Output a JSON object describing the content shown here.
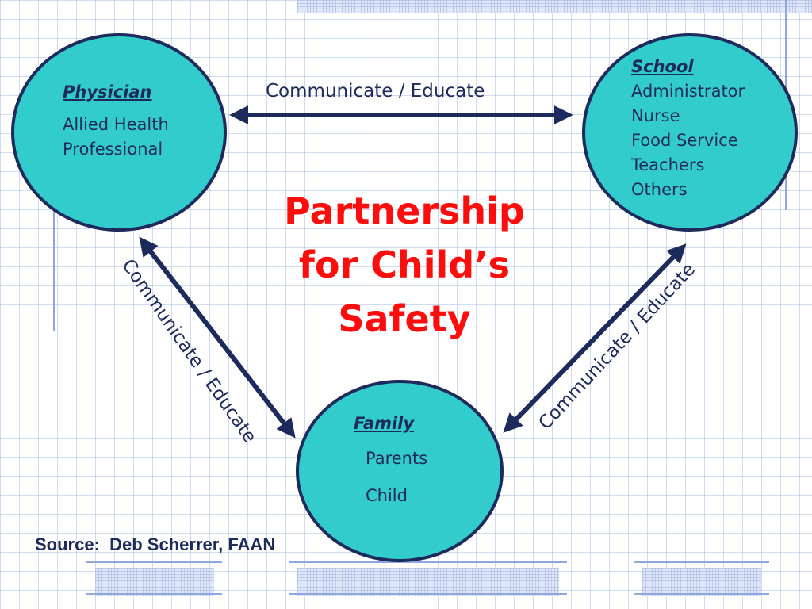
{
  "colors": {
    "node_fill": "#33cccc",
    "node_border": "#1d2a5c",
    "text": "#1d2a5c",
    "title": "#ff0d0d",
    "arrow": "#1d2a5c"
  },
  "center_title": [
    "Partnership",
    "for Child’s",
    "Safety"
  ],
  "nodes": {
    "physician": {
      "title": "Physician",
      "lines": [
        "Allied Health",
        "Professional"
      ]
    },
    "school": {
      "title": "School",
      "lines": [
        "Administrator",
        "Nurse",
        "Food Service",
        "Teachers",
        "Others"
      ]
    },
    "family": {
      "title": "Family",
      "lines": [
        "Parents",
        "Child"
      ]
    }
  },
  "edges": {
    "top_label": "Communicate / Educate",
    "left_label": "Communicate / Educate",
    "right_label": "Communicate / Educate"
  },
  "source": "Source:  Deb Scherrer, FAAN"
}
